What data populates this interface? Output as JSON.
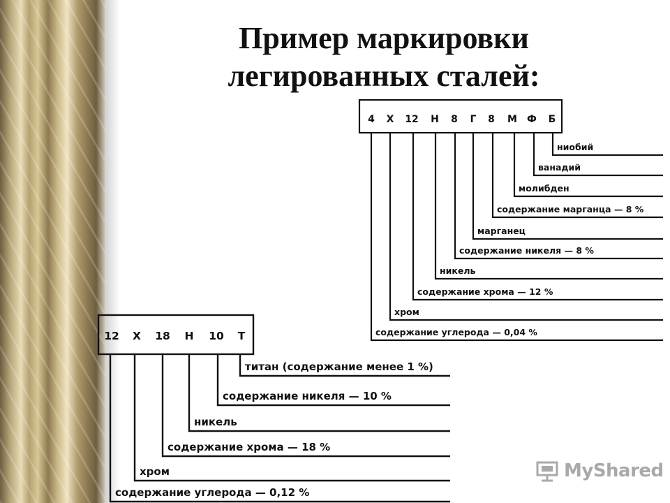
{
  "title_lines": [
    "Пример маркировки",
    "легированных сталей:"
  ],
  "diagram_top": {
    "code_chars": [
      "4",
      "Х",
      "12",
      "Н",
      "8",
      "Г",
      "8",
      "М",
      "Ф",
      "Б"
    ],
    "labels": [
      "ниобий",
      "ванадий",
      "молибден",
      "содержание марганца — 8 %",
      "марганец",
      "содержание никеля — 8 %",
      "никель",
      "содержание хрома — 12 %",
      "хром",
      "содержание углерода — 0,04 %"
    ]
  },
  "diagram_bottom": {
    "code_chars": [
      "12",
      "Х",
      "18",
      "Н",
      "10",
      "Т"
    ],
    "labels": [
      "титан (содержание менее 1 %)",
      "содержание никеля — 10 %",
      "никель",
      "содержание хрома — 18 %",
      "хром",
      "содержание углерода — 0,12 %"
    ]
  },
  "watermark": {
    "text": "MyShared",
    "icon": "presentation-board-icon"
  }
}
